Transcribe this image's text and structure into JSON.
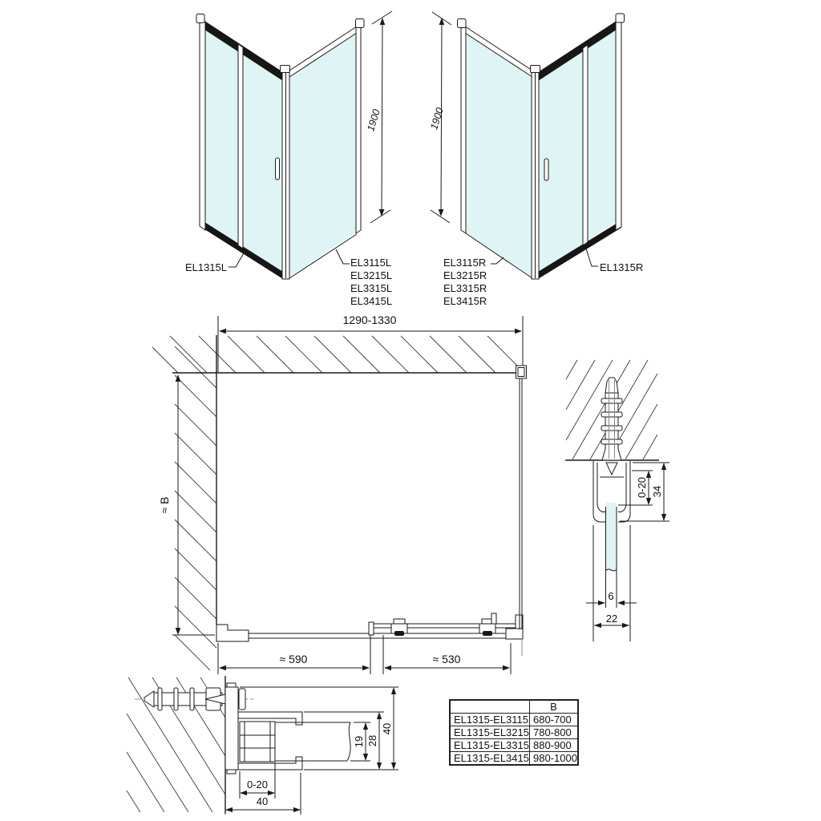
{
  "iso_left": {
    "door_label": "EL1315L",
    "side_labels": [
      "EL3115L",
      "EL3215L",
      "EL3315L",
      "EL3415L"
    ],
    "height_dim": "1900"
  },
  "iso_right": {
    "door_label": "EL1315R",
    "side_labels": [
      "EL3115R",
      "EL3215R",
      "EL3315R",
      "EL3415R"
    ],
    "height_dim": "1900"
  },
  "plan": {
    "width_dim": "1290-1330",
    "depth_dim": "≈ B",
    "fixed_dim": "≈ 590",
    "slider_dim": "≈ 530"
  },
  "wall_profile": {
    "adjust_dim": "0-20",
    "height_dim": "34",
    "glass_thickness_dim": "6",
    "width_dim": "22"
  },
  "door_profile": {
    "adjust_dim": "0-20",
    "bottom_width_dim": "40",
    "glass_dim": "19",
    "inner_height_dim": "28",
    "height_dim": "40"
  },
  "size_table": {
    "col_header": "B",
    "rows": [
      {
        "model": "EL1315-EL3115",
        "b": "680-700"
      },
      {
        "model": "EL1315-EL3215",
        "b": "780-800"
      },
      {
        "model": "EL1315-EL3315",
        "b": "880-900"
      },
      {
        "model": "EL1315-EL3415",
        "b": "980-1000"
      }
    ]
  }
}
